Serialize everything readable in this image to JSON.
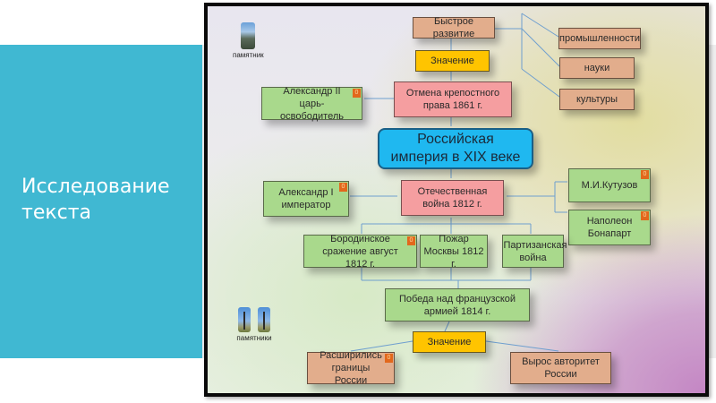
{
  "slide": {
    "title": "Исследование текста",
    "panel_color": "#40b8d2"
  },
  "diagram": {
    "center": "Российская империя в XIX веке",
    "badge": "0",
    "icons": {
      "monument_single": "памятник",
      "monument_pair": "памятники"
    },
    "top": {
      "rapid_development": "Быстрое развитие",
      "significance": "Значение",
      "abolition": "Отмена крепостного права 1861 г.",
      "alexander2": "Александр II царь-освободитель",
      "branches": [
        "промышленности",
        "науки",
        "культуры"
      ]
    },
    "bottom": {
      "patriotic_war": "Отечественная война 1812 г.",
      "alexander1": "Александр I император",
      "kutuzov": "М.И.Кутузов",
      "napoleon": "Наполеон Бонапарт",
      "events": [
        "Бородинское сражение август 1812 г.",
        "Пожар Москвы 1812 г.",
        "Партизанская война"
      ],
      "victory": "Победа над французской армией 1814 г.",
      "significance": "Значение",
      "results": [
        "Расширились границы России",
        "Вырос авторитет России"
      ]
    },
    "colors": {
      "green": "#a9d98c",
      "pink": "#f59ea0",
      "tan": "#e2ad8c",
      "gold": "#ffc400",
      "blue": "#1fb8f0",
      "connector": "#6f9fcf",
      "badge": "#e2681c"
    }
  }
}
